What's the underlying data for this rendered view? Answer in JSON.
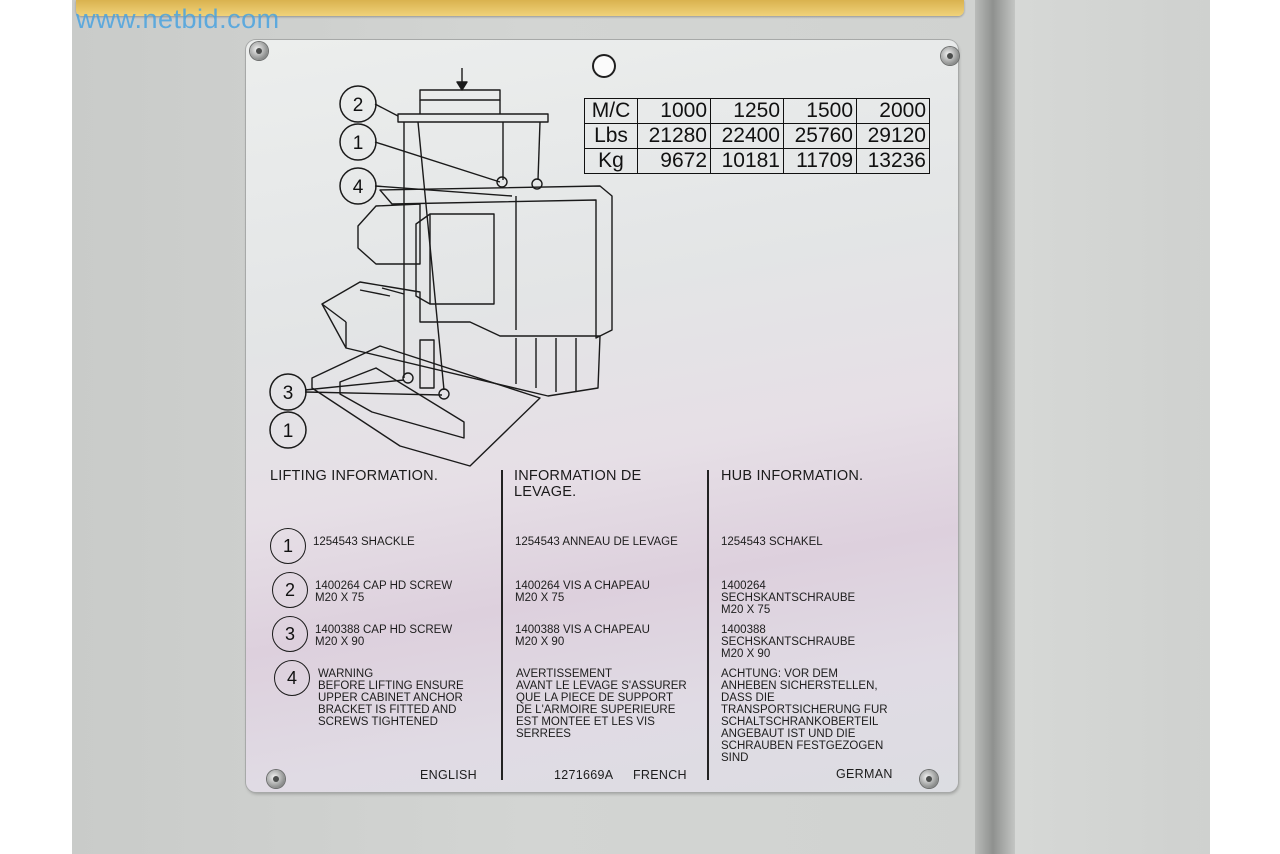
{
  "watermark": "www.netbid.com",
  "weights_table": {
    "labels": [
      "M/C",
      "Lbs",
      "Kg"
    ],
    "columns": [
      {
        "mc": "1000",
        "lbs": "21280",
        "kg": "9672"
      },
      {
        "mc": "1250",
        "lbs": "22400",
        "kg": "10181"
      },
      {
        "mc": "1500",
        "lbs": "25760",
        "kg": "11709"
      },
      {
        "mc": "2000",
        "lbs": "29120",
        "kg": "13236"
      }
    ]
  },
  "diagram_callouts": [
    "2",
    "1",
    "4",
    "3",
    "1"
  ],
  "sections": {
    "english_heading": "LIFTING INFORMATION.",
    "french_heading": "INFORMATION DE\nLEVAGE.",
    "german_heading": "HUB INFORMATION."
  },
  "items": [
    {
      "num": "1",
      "en": "1254543 SHACKLE",
      "fr": "1254543 ANNEAU DE LEVAGE",
      "de": "1254543 SCHAKEL"
    },
    {
      "num": "2",
      "en": "1400264 CAP HD SCREW\nM20 X 75",
      "fr": "1400264 VIS A CHAPEAU\nM20 X 75",
      "de": "1400264\nSECHSKANTSCHRAUBE\nM20 X 75"
    },
    {
      "num": "3",
      "en": "1400388 CAP HD SCREW\nM20 X 90",
      "fr": "1400388 VIS A CHAPEAU\nM20 X 90",
      "de": "1400388\nSECHSKANTSCHRAUBE\nM20 X 90"
    },
    {
      "num": "4",
      "en": "WARNING\nBEFORE LIFTING ENSURE\nUPPER CABINET ANCHOR\nBRACKET IS FITTED AND\nSCREWS TIGHTENED",
      "fr": "AVERTISSEMENT\nAVANT LE LEVAGE S'ASSURER\nQUE LA PIECE DE SUPPORT\nDE L'ARMOIRE SUPERIEURE\nEST MONTEE ET LES VIS\nSERREES",
      "de": "ACHTUNG:   VOR DEM\nANHEBEN SICHERSTELLEN,\nDASS DIE\nTRANSPORTSICHERUNG FUR\nSCHALTSCHRANKOBERTEIL\nANGEBAUT IST UND DIE\nSCHRAUBEN FESTGEZOGEN\nSIND"
    }
  ],
  "footer": {
    "english": "ENGLISH",
    "part_number": "1271669A",
    "french": "FRENCH",
    "german": "GERMAN"
  },
  "colors": {
    "plate": "#e4e5e6",
    "top_plate": "#e8c665",
    "watermark": "#4aa3e0",
    "cabinet": "#cfd1cf"
  }
}
